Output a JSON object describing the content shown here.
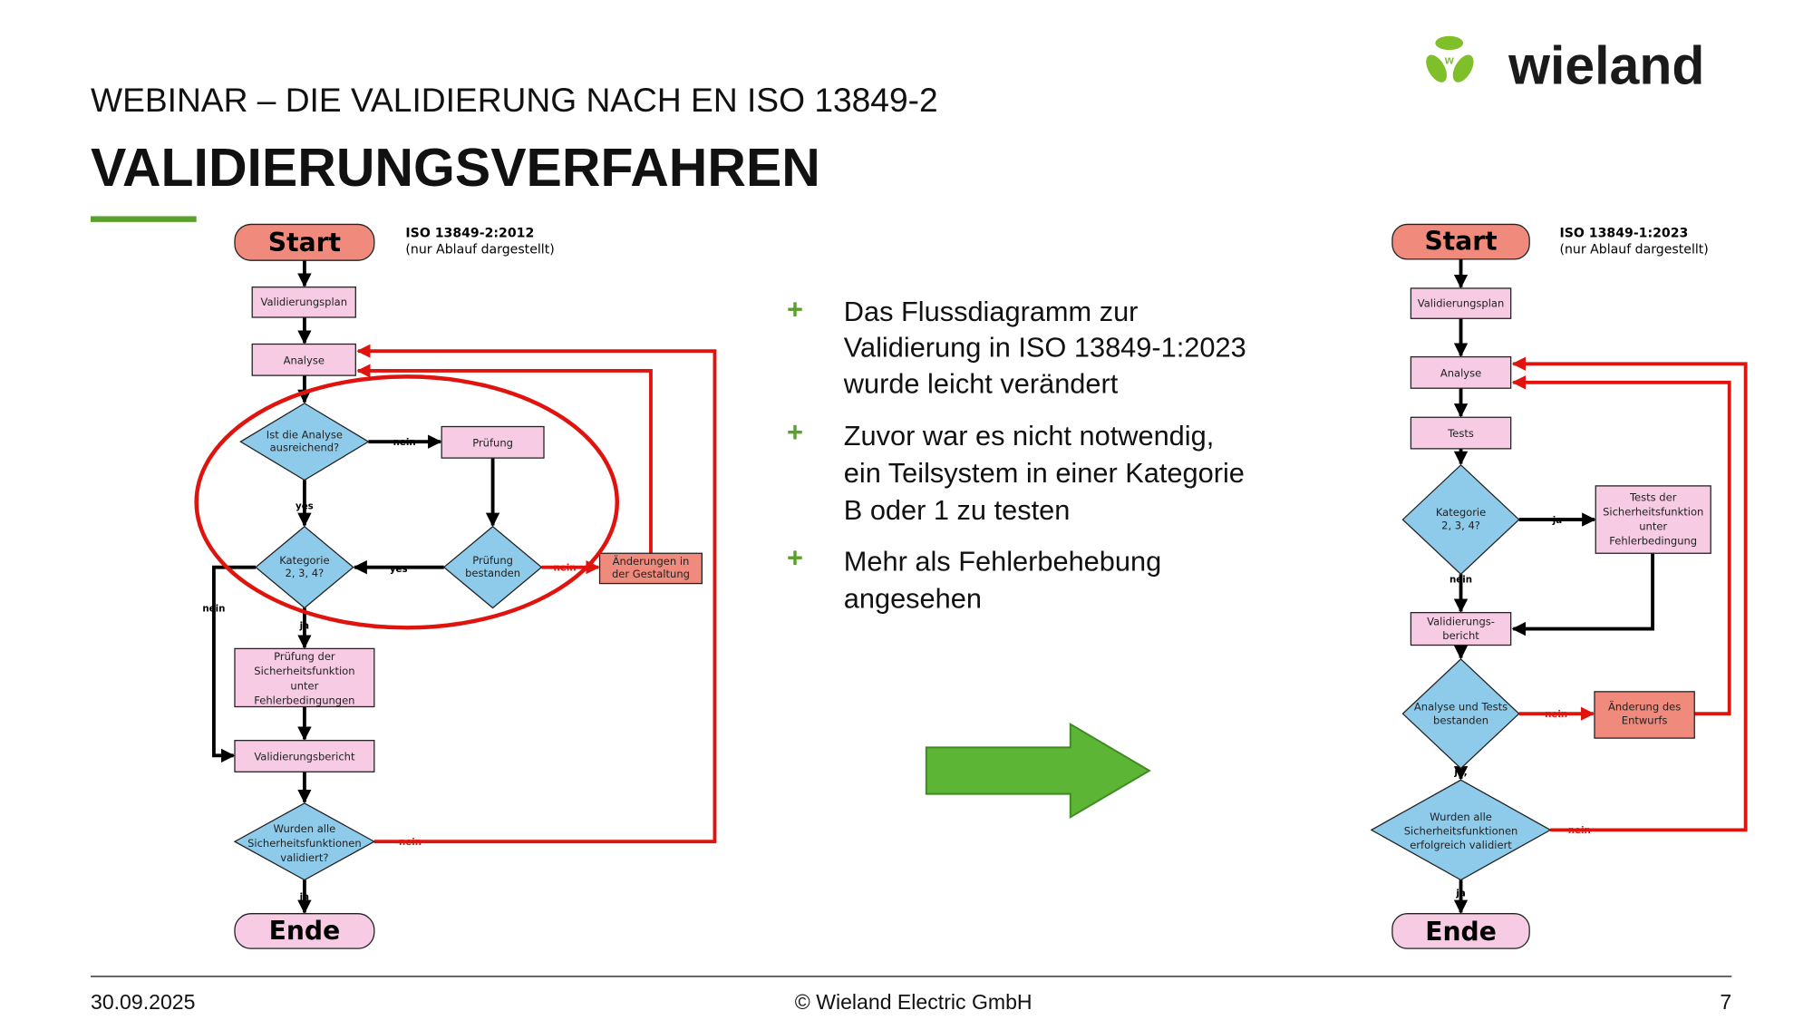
{
  "header": {
    "subtitle": "WEBINAR – DIE VALIDIERUNG NACH EN ISO 13849-2",
    "title": "VALIDIERUNGSVERFAHREN",
    "logo_text": "wieland",
    "logo_mark": "w"
  },
  "left_diagram": {
    "standard": "ISO 13849-2:2012",
    "note": "(nur Ablauf dargestellt)",
    "start": "Start",
    "plan": "Validierungsplan",
    "analyse": "Analyse",
    "q_analyse": [
      "Ist die Analyse",
      "ausreichend?"
    ],
    "pruefung": "Prüfung",
    "q_kategorie": [
      "Kategorie",
      "2, 3, 4?"
    ],
    "q_bestanden": [
      "Prüfung",
      "bestanden"
    ],
    "aenderungen": [
      "Änderungen in",
      "der Gestaltung"
    ],
    "pruefung_sf": [
      "Prüfung der",
      "Sicherheitsfunktion",
      "unter",
      "Fehlerbedingungen"
    ],
    "bericht": "Validierungsbericht",
    "q_alle": [
      "Wurden alle",
      "Sicherheitsfunktionen",
      "validiert?"
    ],
    "ende": "Ende",
    "edge_nein": "nein",
    "edge_yes": "yes",
    "edge_ja": "ja"
  },
  "right_diagram": {
    "standard": "ISO 13849-1:2023",
    "note": "(nur Ablauf dargestellt)",
    "start": "Start",
    "plan": "Validierungsplan",
    "analyse": "Analyse",
    "tests": "Tests",
    "q_kategorie": [
      "Kategorie",
      "2, 3, 4?"
    ],
    "tests_sf": [
      "Tests der",
      "Sicherheitsfunktion",
      "unter",
      "Fehlerbedingung"
    ],
    "bericht": [
      "Validierungs-",
      "bericht"
    ],
    "q_bestanden": [
      "Analyse und Tests",
      "bestanden"
    ],
    "aenderung": [
      "Änderung des",
      "Entwurfs"
    ],
    "q_alle": [
      "Wurden alle",
      "Sicherheitsfunktionen",
      "erfolgreich validiert"
    ],
    "ende": "Ende",
    "edge_nein": "nein",
    "edge_ja": "ja",
    "edge_ja2": "ja,"
  },
  "bullets": {
    "marker": "+",
    "items": [
      [
        "Das Flussdiagramm zur",
        "Validierung in ISO 13849-1:2023",
        "wurde leicht verändert"
      ],
      [
        "Zuvor war es nicht notwendig,",
        "ein Teilsystem in einer Kategorie",
        "B oder 1 zu testen"
      ],
      [
        "Mehr als Fehlerbehebung",
        "angesehen"
      ]
    ]
  },
  "footer": {
    "date": "30.09.2025",
    "copyright": "© Wieland Electric GmbH",
    "page": "7"
  },
  "colors": {
    "accent_green": "#5aa02c",
    "arrow_green": "#5cb535",
    "red": "#e0140e",
    "box_pink": "#f6cbe3",
    "diamond_blue": "#8ecbeb",
    "box_salmon": "#ef8a7c"
  }
}
